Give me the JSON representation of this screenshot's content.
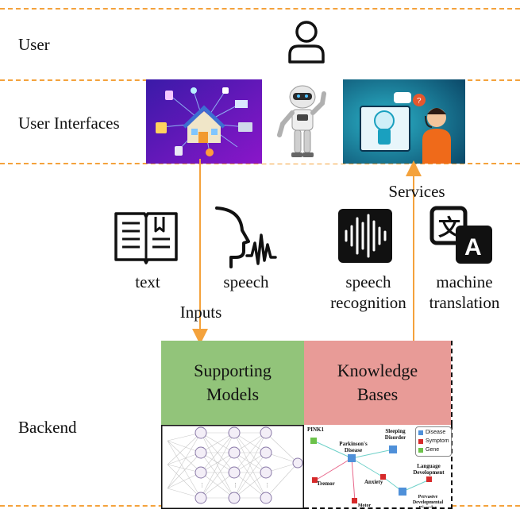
{
  "layers": {
    "user": "User",
    "interfaces": "User Interfaces",
    "backend": "Backend"
  },
  "flows": {
    "inputs": "Inputs",
    "services": "Services"
  },
  "modalities": [
    {
      "icon": "book-icon",
      "label": "text"
    },
    {
      "icon": "speaking-head-icon",
      "label": "speech"
    },
    {
      "icon": "waveform-icon",
      "label": "speech recognition"
    },
    {
      "icon": "translate-icon",
      "label": "machine translation"
    }
  ],
  "backend": {
    "supporting_models": "Supporting Models",
    "knowledge_bases": "Knowledge Bases"
  },
  "knowledge_graph": {
    "legend": [
      "Disease",
      "Symptom",
      "Gene"
    ],
    "nodes": [
      "PINK1",
      "Parkinson's Disease",
      "Sleeping Disorder",
      "Tremor",
      "Motor Symptom",
      "Anxiety",
      "Language Development",
      "Pervasive Developmental Disorder"
    ]
  },
  "colors": {
    "divider": "#f4a23c",
    "arrow": "#f4a23c",
    "supporting_models_bg": "#92c47a",
    "knowledge_bases_bg": "#e89b97",
    "disease": "#4f90d9",
    "symptom": "#d62a2a",
    "gene": "#6cc24a"
  }
}
